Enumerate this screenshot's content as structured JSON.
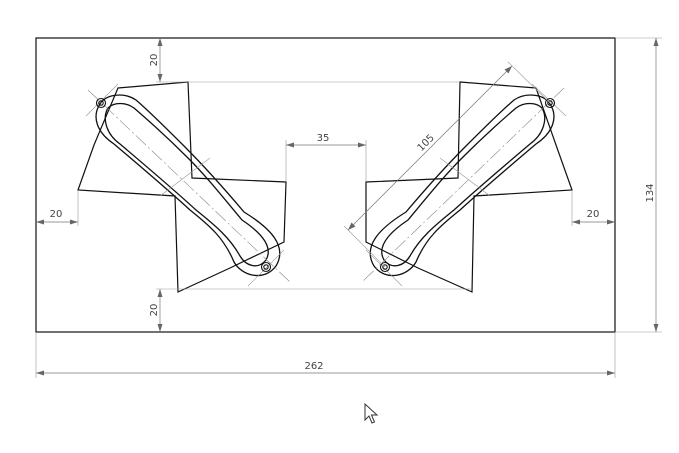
{
  "drawing": {
    "dimensions": {
      "top_gap": "20",
      "bottom_gap": "20",
      "left_gap": "20",
      "right_gap": "20",
      "center_gap": "35",
      "slot_length": "105",
      "overall_width": "262",
      "overall_height": "134"
    }
  },
  "cursor": {
    "icon": "arrow-pointer-icon"
  }
}
